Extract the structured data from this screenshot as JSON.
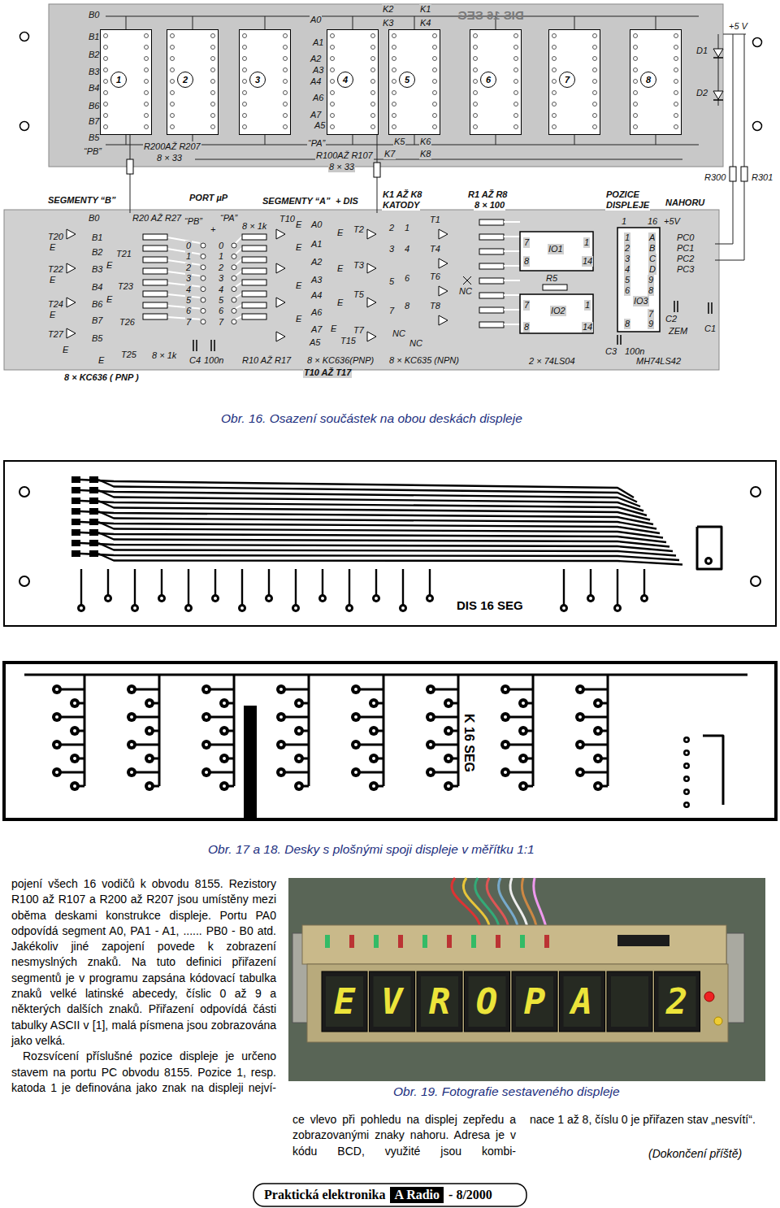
{
  "diagram": {
    "nodes": [
      {
        "text": [
          "1"
        ]
      },
      {
        "text": [
          "2"
        ]
      },
      {
        "text": [
          "3"
        ]
      },
      {
        "text": [
          "4"
        ]
      },
      {
        "text": [
          "5"
        ]
      },
      {
        "text": [
          "6"
        ]
      },
      {
        "text": [
          "7"
        ]
      },
      {
        "text": [
          "8"
        ]
      }
    ],
    "labels": [
      "B0",
      "B1",
      "B2",
      "B3",
      "B4",
      "B6",
      "B7",
      "B5",
      "“PB”",
      "R200AŽ R207",
      "8 × 33",
      "A0",
      "A1",
      "A2",
      "A3",
      "A4",
      "A6",
      "A7",
      "A5",
      "“PA”",
      "R100AŽ R107",
      "8 × 33",
      "K2",
      "K1",
      "K3",
      "K4",
      "K5",
      "K6",
      "K7",
      "K8",
      "DIS 16 SEG",
      "+5 V",
      "D1",
      "D2",
      "R300",
      "R301",
      "SEGMENTY “B”",
      "PORT µP",
      "SEGMENTY “A”",
      "+ DIS",
      "K1 AŽ K8",
      "KATODY",
      "R1 AŽ R8",
      "8 × 100",
      "POZICE",
      "DISPLEJE",
      "NAHORU",
      "B0",
      "R20 AŽ R27",
      "“PB”",
      "“PA”",
      "8 × 1k",
      "T10",
      "A0",
      "T20",
      "B1",
      "T21",
      "B2",
      "T22",
      "B3",
      "B4",
      "T23",
      "T24",
      "B6",
      "T26",
      "B7",
      "T27",
      "B5",
      "T25",
      "8 × 1k",
      "0",
      "1",
      "2",
      "3",
      "4",
      "5",
      "6",
      "7",
      "0",
      "1",
      "2",
      "3",
      "4",
      "5",
      "6",
      "7",
      "C4",
      "100n",
      "R10 AŽ R17",
      "8 × KC636(PNP)",
      "8 × KC635 (NPN)",
      "A1",
      "A2",
      "A3",
      "A4",
      "A6",
      "A7",
      "A5",
      "T15",
      "T2",
      "2",
      "1",
      "T1",
      "3",
      "4",
      "T4",
      "T3",
      "5",
      "6",
      "T6",
      "T5",
      "7",
      "8",
      "T8",
      "T7",
      "NC",
      "NC",
      "NC",
      "IO1",
      "7",
      "1",
      "8",
      "14",
      "R5",
      "IO2",
      "7",
      "1",
      "8",
      "14",
      "1",
      "16",
      "+5V",
      "1",
      "A",
      "PC0",
      "2",
      "B",
      "PC1",
      "3",
      "C",
      "PC2",
      "4",
      "D",
      "PC3",
      "5",
      "9",
      "6",
      "8",
      "7",
      "8",
      "9",
      "IO3",
      "C2",
      "ZEM",
      "C1",
      "C3",
      "100n",
      "2 × 74LS04",
      "MH74LS42",
      "8 × KC636 ( PNP )",
      "T10 AŽ T17",
      "E",
      "E",
      "E",
      "E",
      "E",
      "E",
      "E",
      "E",
      "E",
      "E",
      "E",
      "E",
      "E",
      "E",
      "E",
      "+",
      "Obr. 16. Osazení součástek na obou deskách displeje",
      "DIS 16 SEG",
      "K 16 SEG",
      "Obr. 17 a 18. Desky s plošnými spoji displeje v měřítku 1:1",
      "pojení všech 16 vodičů k obvodu 8155. Rezistory R100 až R107 a R200 až R207 jsou umístěny mezi oběma deskami konstrukce displeje. Portu PA0 odpovídá segment A0, PA1 - A1, ...... PB0 - B0 atd. Jakékoliv jiné zapojení povede k zobrazení nesmyslných znaků. Na tuto definici přiřazení segmentů je v programu zapsána kódovací tabulka znaků velké latinské abecedy, číslic 0 až 9 a některých dalších znaků. Přiřazení odpovídá části tabulky ASCII v [1], malá písmena jsou zobrazována jako velká.",
      "Rozsvícení příslušné pozice displeje je určeno stavem na portu PC obvodu 8155. Pozice 1, resp. katoda 1 je definována jako znak na displeji nejví-",
      "Obr. 19. Fotografie sestaveného displeje",
      "ce vlevo při pohledu na displej zepředu a zobrazovanými znaky nahoru. Adresa je v kódu BCD, využité jsou kombi-",
      "nace 1 až 8, číslu 0 je přiřazen stav „nesvítí“.",
      "(Dokončení příště)",
      "Praktická elektronika",
      "A Radio",
      "- 8/2000",
      "E",
      "V",
      "R",
      "O",
      "P",
      "A",
      "2"
    ]
  }
}
